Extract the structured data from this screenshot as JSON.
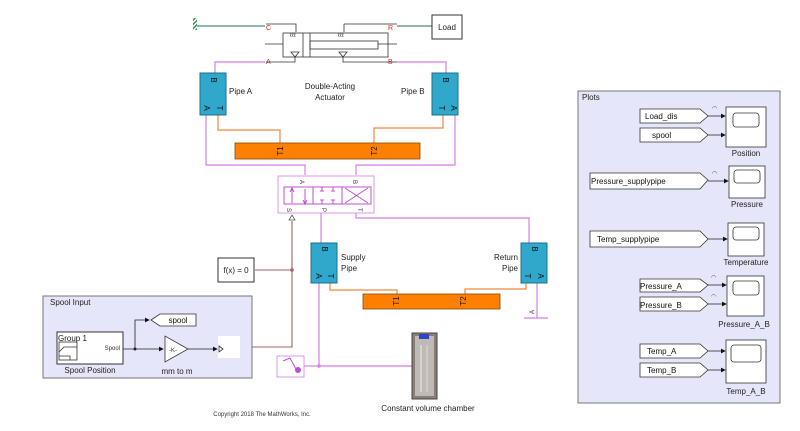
{
  "actuator": {
    "label_line1": "Double-Acting",
    "label_line2": "Actuator",
    "ports": {
      "c": "C",
      "r": "R",
      "a": "A",
      "b": "B"
    }
  },
  "load": {
    "label": "Load"
  },
  "pipe_a": {
    "label": "Pipe A",
    "port_b": "B",
    "port_a": "A",
    "port_t": "T"
  },
  "pipe_b": {
    "label": "Pipe B",
    "port_b": "B",
    "port_a": "A",
    "port_t": "T"
  },
  "supply_pipe": {
    "label_line1": "Supply",
    "label_line2": "Pipe",
    "port_b": "B",
    "port_a": "A",
    "port_t": "T"
  },
  "return_pipe": {
    "label_line1": "Return",
    "label_line2": "Pipe",
    "port_b": "B",
    "port_a": "A",
    "port_t": "T"
  },
  "thermal_top": {
    "t1": "T1",
    "t2": "T2"
  },
  "thermal_bottom": {
    "t1": "T1",
    "t2": "T2"
  },
  "valve": {
    "port_a": "A",
    "port_b": "B",
    "port_s": "S",
    "port_p": "P",
    "port_t": "T"
  },
  "solver": {
    "label": "f(x) = 0"
  },
  "reservoir_port": "A",
  "spool_input": {
    "title": "Spool Input",
    "signal_builder_group": "Group 1",
    "signal_builder_port": "Spool",
    "signal_builder_label": "Spool Position",
    "gain_value": "-K-",
    "gain_label": "mm to m",
    "goto_tag": "spool"
  },
  "chamber": {
    "label": "Constant volume chamber"
  },
  "copyright": "Copyright 2018 The MathWorks, Inc.",
  "plots": {
    "title": "Plots",
    "groups": [
      {
        "scope": "Position",
        "signals": [
          "Load_dis",
          "spool"
        ]
      },
      {
        "scope": "Pressure",
        "signals": [
          "Pressure_supplypipe"
        ]
      },
      {
        "scope": "Temperature",
        "signals": [
          "Temp_supplypipe"
        ]
      },
      {
        "scope": "Pressure_A_B",
        "signals": [
          "Pressure_A",
          "Pressure_B"
        ]
      },
      {
        "scope": "Temp_A_B",
        "signals": [
          "Temp_A",
          "Temp_B"
        ]
      }
    ]
  },
  "colors": {
    "hydraulic": "#d67ee6",
    "thermal": "#f0883a",
    "mechanical": "#4a9070",
    "signal": "#a06060",
    "pipe_block": "#30a8cc",
    "thermal_block": "#ff8000",
    "subsystem_bg": "#e6e6fa"
  }
}
